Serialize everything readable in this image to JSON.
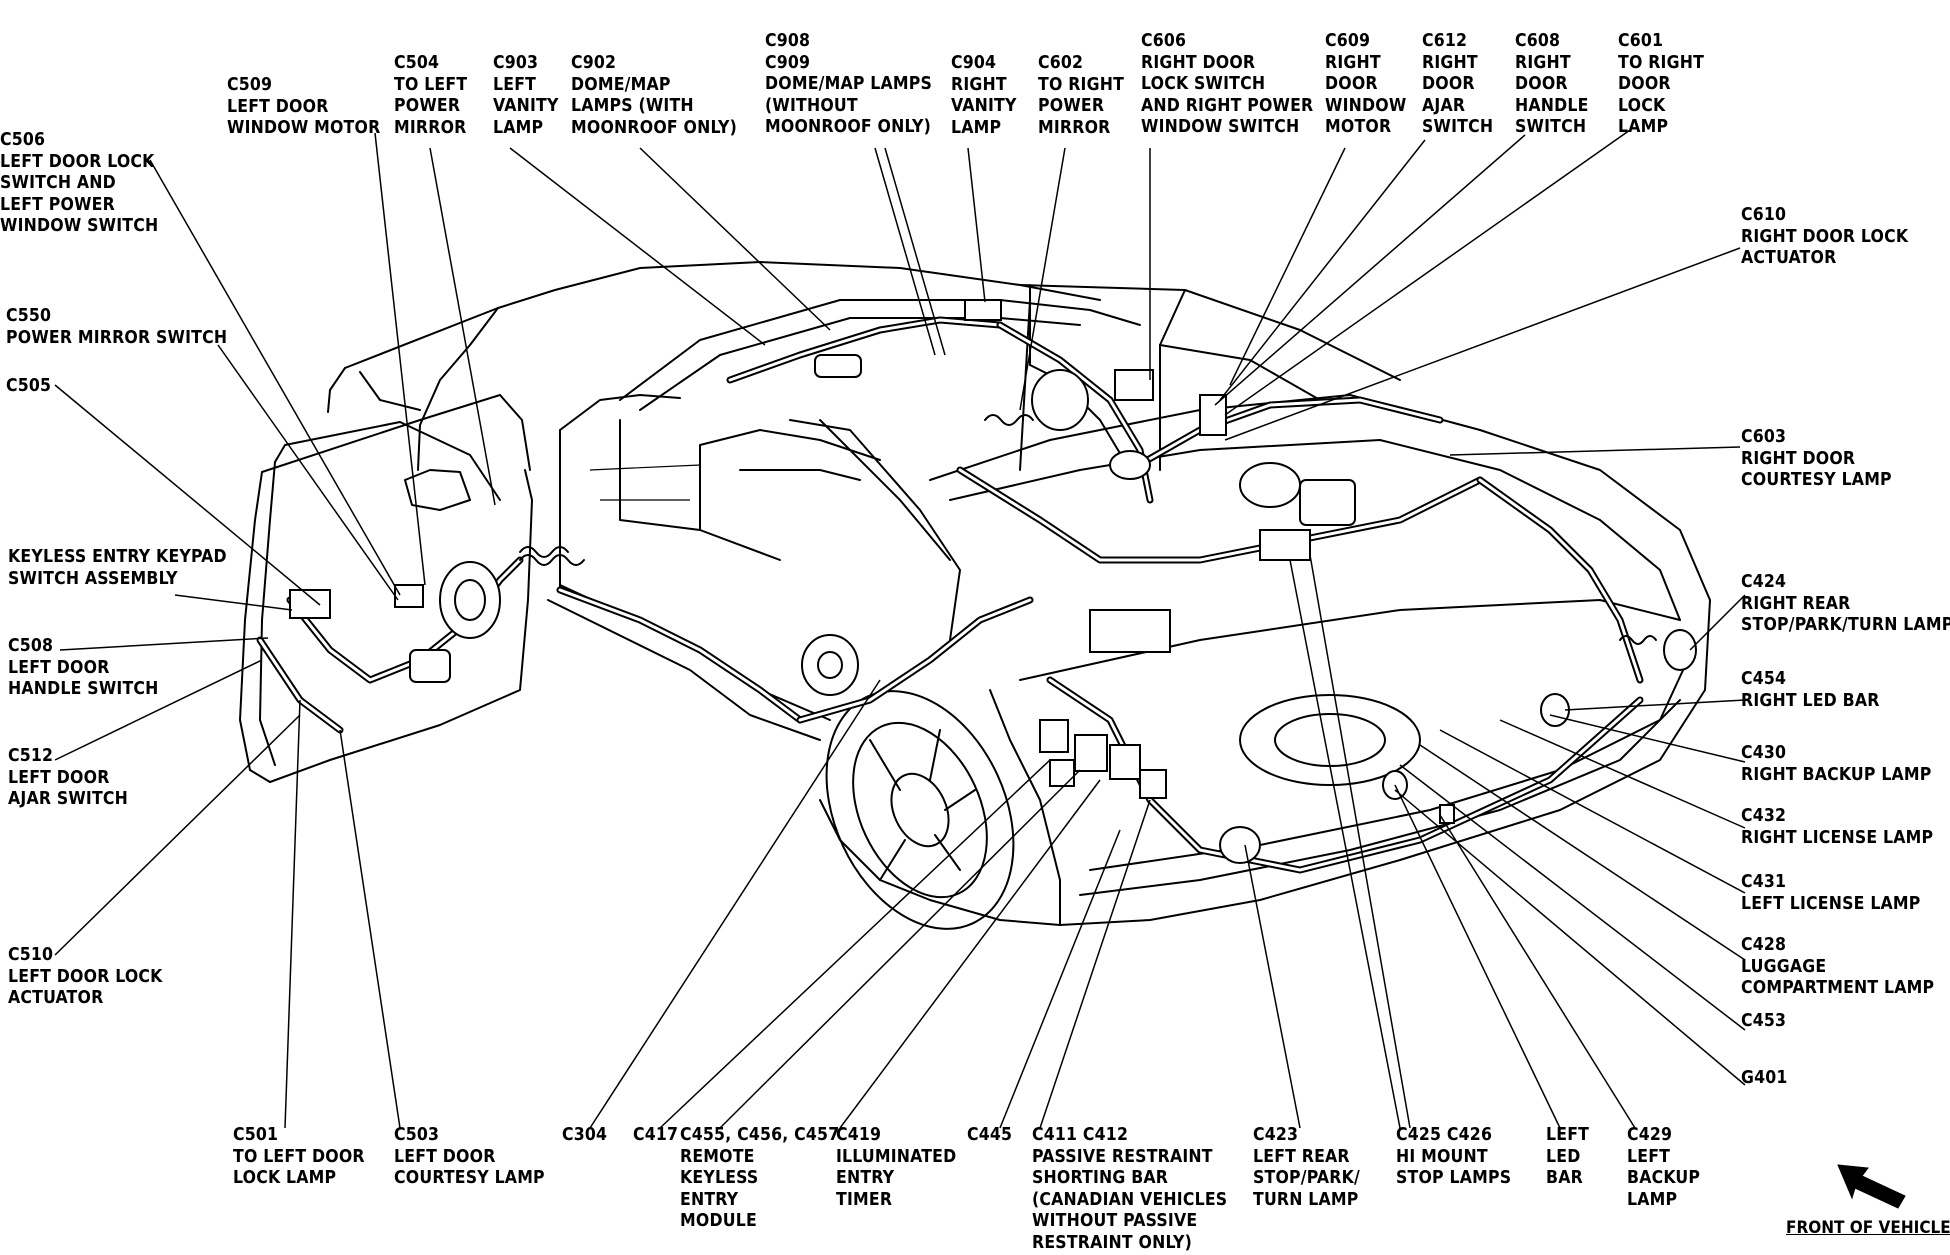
{
  "labels": {
    "c509": {
      "lines": [
        "C509",
        "LEFT DOOR",
        "WINDOW MOTOR"
      ]
    },
    "c504": {
      "lines": [
        "C504",
        "TO LEFT",
        "POWER",
        "MIRROR"
      ]
    },
    "c903": {
      "lines": [
        "C903",
        "LEFT",
        "VANITY",
        "LAMP"
      ]
    },
    "c902": {
      "lines": [
        "C902",
        "DOME/MAP",
        "LAMPS (WITH",
        "MOONROOF ONLY)"
      ]
    },
    "c908": {
      "lines": [
        "C908",
        "C909",
        "DOME/MAP LAMPS",
        "(WITHOUT",
        "MOONROOF ONLY)"
      ]
    },
    "c904": {
      "lines": [
        "C904",
        "RIGHT",
        "VANITY",
        "LAMP"
      ]
    },
    "c602": {
      "lines": [
        "C602",
        "TO RIGHT",
        "POWER",
        "MIRROR"
      ]
    },
    "c606": {
      "lines": [
        "C606",
        "RIGHT DOOR",
        "LOCK SWITCH",
        "AND RIGHT POWER",
        "WINDOW SWITCH"
      ]
    },
    "c609": {
      "lines": [
        "C609",
        "RIGHT",
        "DOOR",
        "WINDOW",
        "MOTOR"
      ]
    },
    "c612": {
      "lines": [
        "C612",
        "RIGHT",
        "DOOR",
        "AJAR",
        "SWITCH"
      ]
    },
    "c608": {
      "lines": [
        "C608",
        "RIGHT",
        "DOOR",
        "HANDLE",
        "SWITCH"
      ]
    },
    "c601": {
      "lines": [
        "C601",
        "TO RIGHT",
        "DOOR",
        "LOCK",
        "LAMP"
      ]
    },
    "c610": {
      "lines": [
        "C610",
        "RIGHT DOOR LOCK",
        "ACTUATOR"
      ]
    },
    "c506": {
      "lines": [
        "C506",
        "LEFT DOOR LOCK",
        "SWITCH AND",
        "LEFT POWER",
        "WINDOW SWITCH"
      ]
    },
    "c550": {
      "lines": [
        "C550",
        "POWER MIRROR SWITCH"
      ]
    },
    "c505": {
      "lines": [
        "C505"
      ]
    },
    "keypad": {
      "lines": [
        "KEYLESS ENTRY KEYPAD",
        "SWITCH ASSEMBLY"
      ]
    },
    "c508": {
      "lines": [
        "C508",
        "LEFT DOOR",
        "HANDLE SWITCH"
      ]
    },
    "c512": {
      "lines": [
        "C512",
        "LEFT DOOR",
        "AJAR SWITCH"
      ]
    },
    "c510": {
      "lines": [
        "C510",
        "LEFT DOOR LOCK",
        "ACTUATOR"
      ]
    },
    "c603": {
      "lines": [
        "C603",
        "RIGHT DOOR",
        "COURTESY LAMP"
      ]
    },
    "c424": {
      "lines": [
        "C424",
        "RIGHT REAR",
        "STOP/PARK/TURN LAMP"
      ]
    },
    "c454": {
      "lines": [
        "C454",
        "RIGHT LED BAR"
      ]
    },
    "c430": {
      "lines": [
        "C430",
        "RIGHT BACKUP LAMP"
      ]
    },
    "c432": {
      "lines": [
        "C432",
        "RIGHT LICENSE LAMP"
      ]
    },
    "c431": {
      "lines": [
        "C431",
        "LEFT LICENSE LAMP"
      ]
    },
    "c428": {
      "lines": [
        "C428",
        "LUGGAGE",
        "COMPARTMENT LAMP"
      ]
    },
    "c453": {
      "lines": [
        "C453"
      ]
    },
    "g401": {
      "lines": [
        "G401"
      ]
    },
    "c501": {
      "lines": [
        "C501",
        "TO LEFT DOOR",
        "LOCK LAMP"
      ]
    },
    "c503": {
      "lines": [
        "C503",
        "LEFT DOOR",
        "COURTESY LAMP"
      ]
    },
    "c304": {
      "lines": [
        "C304"
      ]
    },
    "c417": {
      "lines": [
        "C417"
      ]
    },
    "c455": {
      "lines": [
        "C455, C456, C457",
        "REMOTE",
        "KEYLESS",
        "ENTRY",
        "MODULE"
      ]
    },
    "c419": {
      "lines": [
        "C419",
        "ILLUMINATED",
        "ENTRY",
        "TIMER"
      ]
    },
    "c445": {
      "lines": [
        "C445"
      ]
    },
    "c411": {
      "lines": [
        "C411 C412",
        "PASSIVE RESTRAINT",
        "SHORTING BAR",
        "(CANADIAN VEHICLES",
        "WITHOUT PASSIVE",
        "RESTRAINT ONLY)"
      ]
    },
    "c423": {
      "lines": [
        "C423",
        "LEFT REAR",
        "STOP/PARK/",
        "TURN LAMP"
      ]
    },
    "c425": {
      "lines": [
        "C425 C426",
        "HI MOUNT",
        "STOP LAMPS"
      ]
    },
    "leftled": {
      "lines": [
        "LEFT",
        "LED",
        "BAR"
      ]
    },
    "c429": {
      "lines": [
        "C429",
        "LEFT",
        "BACKUP",
        "LAMP"
      ]
    }
  },
  "front_caption": "FRONT OF VEHICLE",
  "front_arrow_icon": "front-arrow-icon"
}
